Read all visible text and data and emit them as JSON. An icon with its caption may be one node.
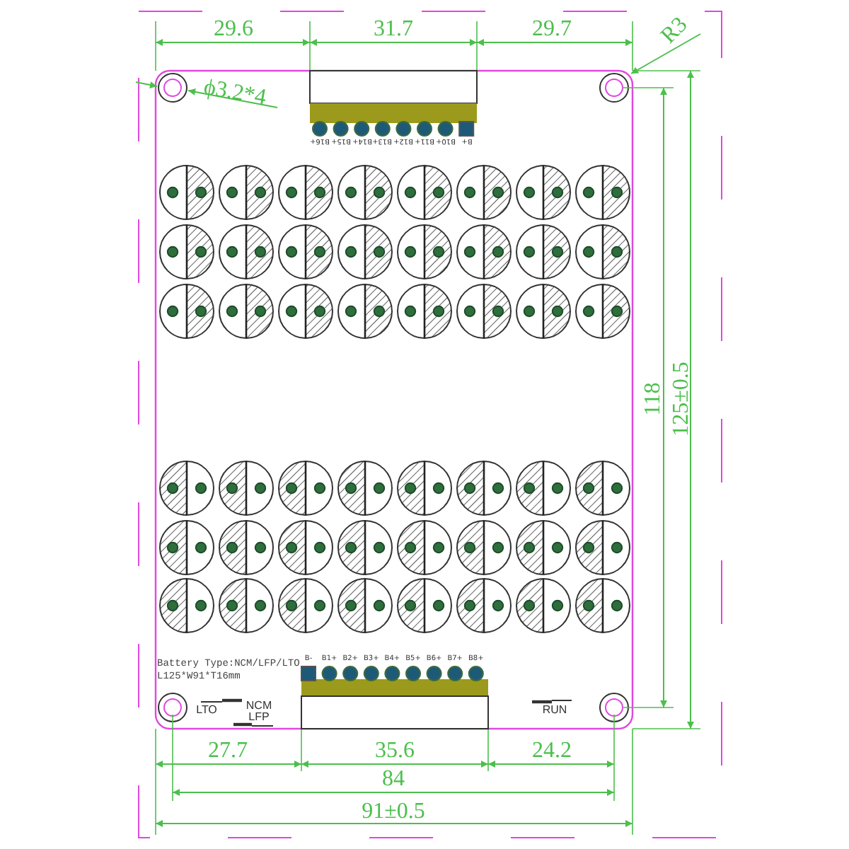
{
  "diagram": {
    "labels": [
      "29.6",
      "31.7",
      "29.7",
      "R3",
      "ϕ3.2*4",
      "B16+",
      "B15+",
      "B14+",
      "B13+",
      "B12+",
      "B11+",
      "B10+",
      "B+",
      "118",
      "125±0.5",
      "Battery Type:NCM/LFP/LTO",
      "L125*W91*T16mm",
      "B-",
      "B1+",
      "B2+",
      "B3+",
      "B4+",
      "B5+",
      "B6+",
      "B7+",
      "B8+",
      "LTO",
      "NCM",
      "LFP",
      "RUN",
      "27.7",
      "35.6",
      "24.2",
      "84",
      "91±0.5"
    ]
  }
}
